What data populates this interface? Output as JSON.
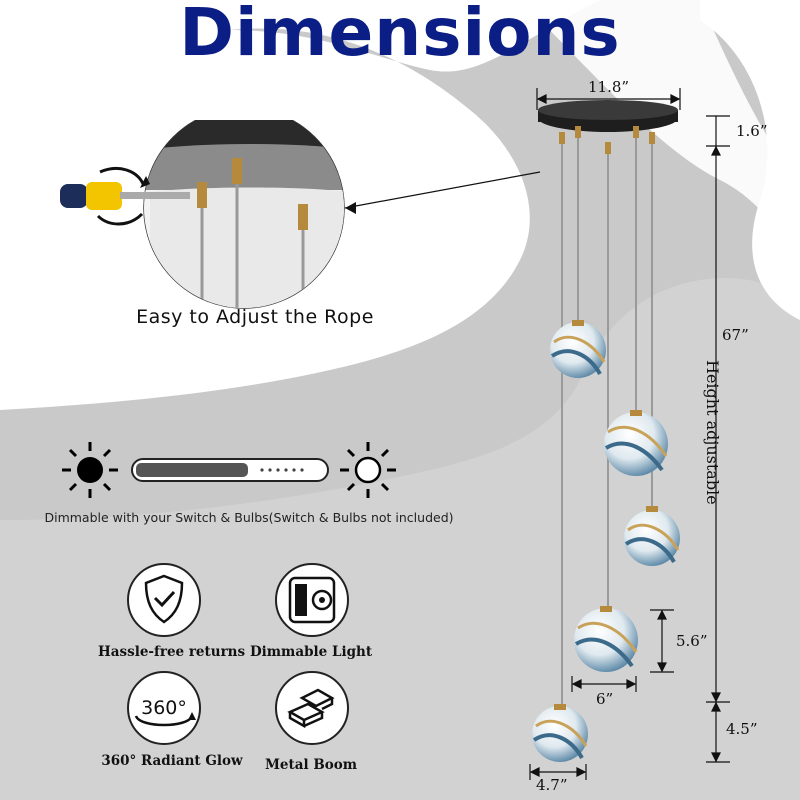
{
  "title": "Dimensions",
  "rope_caption": "Easy to Adjust the Rope",
  "dimmer_caption": "Dimmable with your Switch & Bulbs(Switch & Bulbs not included)",
  "features": [
    {
      "label": "Hassle-free returns",
      "icon": "shield-check-icon"
    },
    {
      "label": "Dimmable Light",
      "icon": "dimmer-switch-icon"
    },
    {
      "label": "360° Radiant Glow",
      "icon": "rotate-360-icon",
      "icon_text": "360°"
    },
    {
      "label": "Metal Boom",
      "icon": "metal-bars-icon"
    }
  ],
  "dimensions": {
    "canopy_width": "11.8”",
    "canopy_height": "1.6”",
    "total_height": "67”",
    "height_note": "Height adjustable",
    "globe_large_height": "5.6”",
    "globe_large_width": "6”",
    "globe_small_height": "4.5”",
    "globe_small_width": "4.7”"
  },
  "colors": {
    "title": "#0b1e86",
    "background_swirl": "#c9c9c9",
    "canopy": "#1e1e1e",
    "brass": "#b58a3c",
    "glass_blue": "#4f7fa0"
  }
}
